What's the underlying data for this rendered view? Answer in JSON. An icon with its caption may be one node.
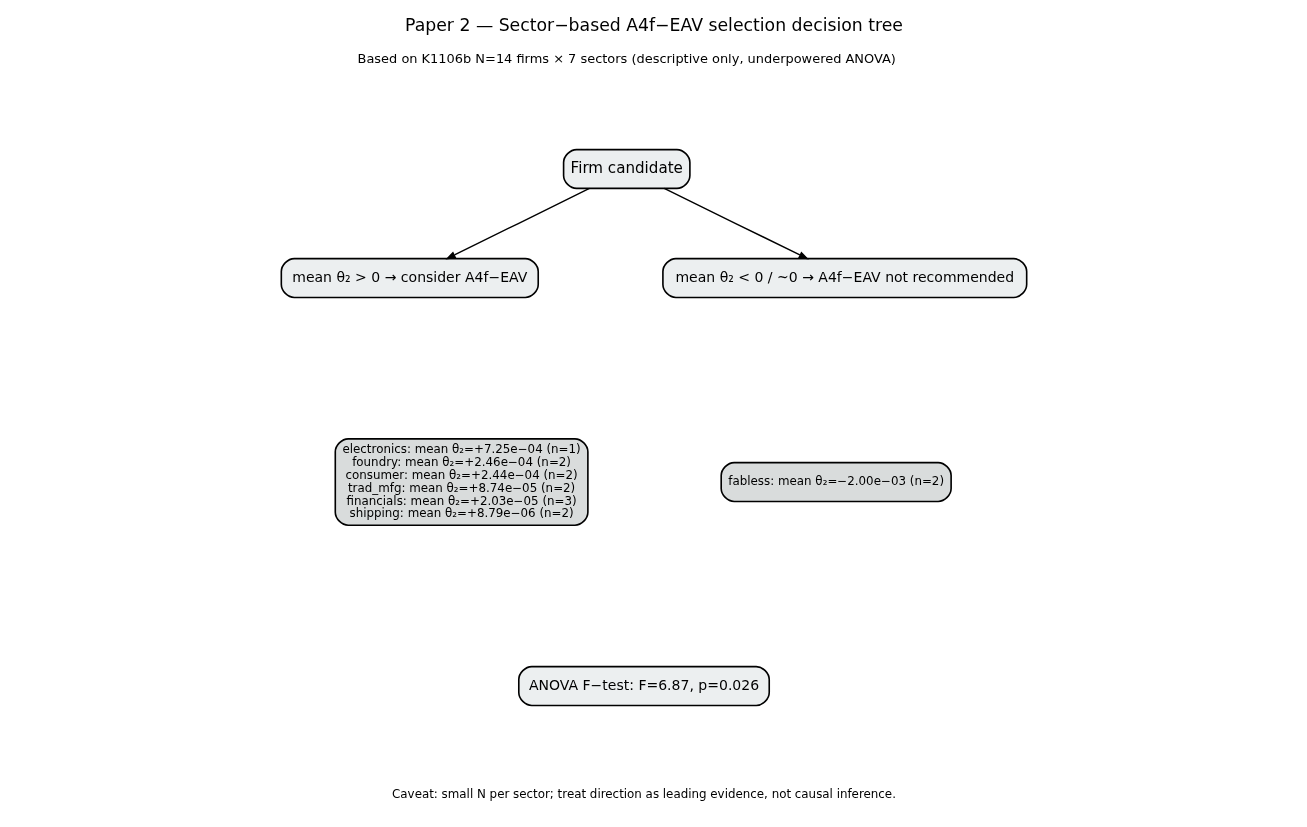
{
  "diagram": {
    "title": "Paper 2 — Sector−based A4f−EAV selection decision tree",
    "caption": "Caveat: small N per sector; treat direction as leading evidence, not causal inference.",
    "nodes": [
      {
        "text": [
          "Firm candidate"
        ]
      },
      {
        "text": [
          "mean θ₂ > 0 → consider A4f−EAV"
        ]
      },
      {
        "text": [
          "mean θ₂ < 0 / ~0 → A4f−EAV not recommended"
        ]
      },
      {
        "text": [
          "electronics: mean θ₂=+7.25e−04 (n=1)",
          "foundry: mean θ₂=+2.46e−04 (n=2)",
          "consumer: mean θ₂=+2.44e−04 (n=2)",
          "trad_mfg: mean θ₂=+8.74e−05 (n=2)",
          "financials: mean θ₂=+2.03e−05 (n=3)",
          "shipping: mean θ₂=+8.79e−06 (n=2)"
        ]
      },
      {
        "text": [
          "fabless: mean θ₂=−2.00e−03 (n=2)"
        ]
      },
      {
        "text": [
          "ANOVA F−test: F=6.87, p=0.026"
        ]
      }
    ],
    "edges": [
      {
        "from": 0,
        "to": 1,
        "arrow": "to"
      },
      {
        "from": 0,
        "to": 2,
        "arrow": "to"
      }
    ],
    "labels": [
      "Based on K1106b N=14 firms × 7 sectors (descriptive only, underpowered ANOVA)"
    ]
  }
}
